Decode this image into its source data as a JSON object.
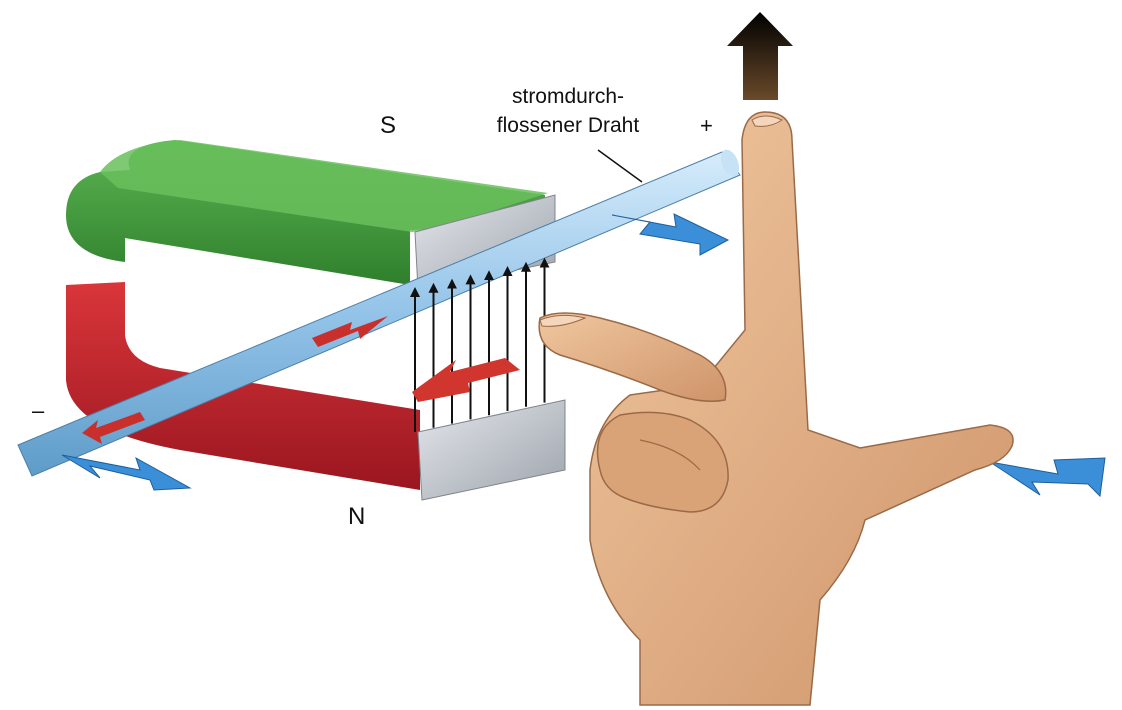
{
  "labels": {
    "south_pole": "S",
    "north_pole": "N",
    "wire_line1": "stromdurch-",
    "wire_line2": "flossener Draht",
    "plus": "+",
    "minus": "–"
  },
  "colors": {
    "magnet_south": "#3f9a3a",
    "magnet_north": "#c8202a",
    "pole_face": "#c9cdd3",
    "wire": "#9cc8ea",
    "current_arrow": "#d0352e",
    "motion_arrow": "#3a8fd8",
    "field_line": "#111111",
    "force_arrow": "#1a1a1a",
    "skin": "#e5b48a"
  },
  "icons": [
    "horseshoe-magnet",
    "current-carrying-wire",
    "magnetic-field-lines",
    "left-hand-rule-hand",
    "force-arrow"
  ]
}
